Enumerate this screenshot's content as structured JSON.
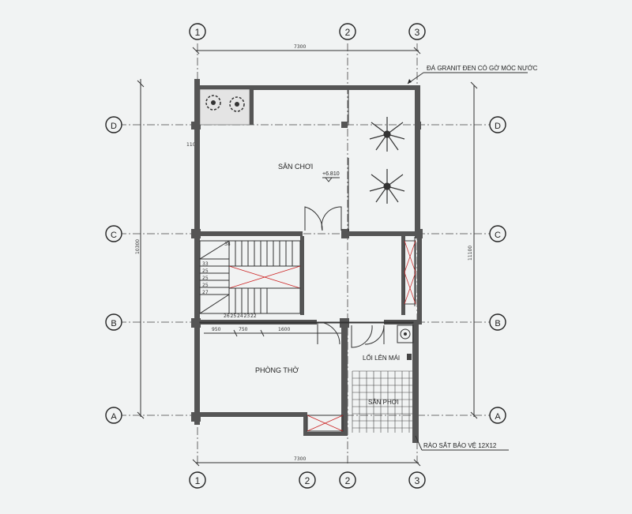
{
  "labels": {
    "san_choi": "SÂN CHƠI",
    "phong_tho": "PHÒNG THỜ",
    "loi_len_mai": "LỐI LÊN MÁI",
    "san_phoi": "SÂN PHƠI",
    "granite_note": "ĐÁ GRANIT ĐEN CÓ GỜ MÓC NƯỚC",
    "rail_note": "RÀO SẮT BẢO VỆ 12X12",
    "level": "+6.810"
  },
  "axes": {
    "top": [
      "1",
      "2",
      "3"
    ],
    "bottom": [
      "1",
      "2",
      "2",
      "3"
    ],
    "left": [
      "D",
      "C",
      "B",
      "A"
    ],
    "right": [
      "D",
      "C",
      "B",
      "A"
    ]
  },
  "dimensions": {
    "top_total": "7300",
    "bottom_total": "7300",
    "left_total": "10300",
    "right_total": "11100",
    "small_110": "110",
    "d950": "950",
    "d750": "750",
    "d1600": "1600"
  },
  "stairs": {
    "upper_step": "38",
    "left_steps": [
      "33",
      "25",
      "25",
      "25",
      "27"
    ],
    "bottom_steps": [
      "26",
      "25",
      "24",
      "23",
      "22"
    ]
  }
}
